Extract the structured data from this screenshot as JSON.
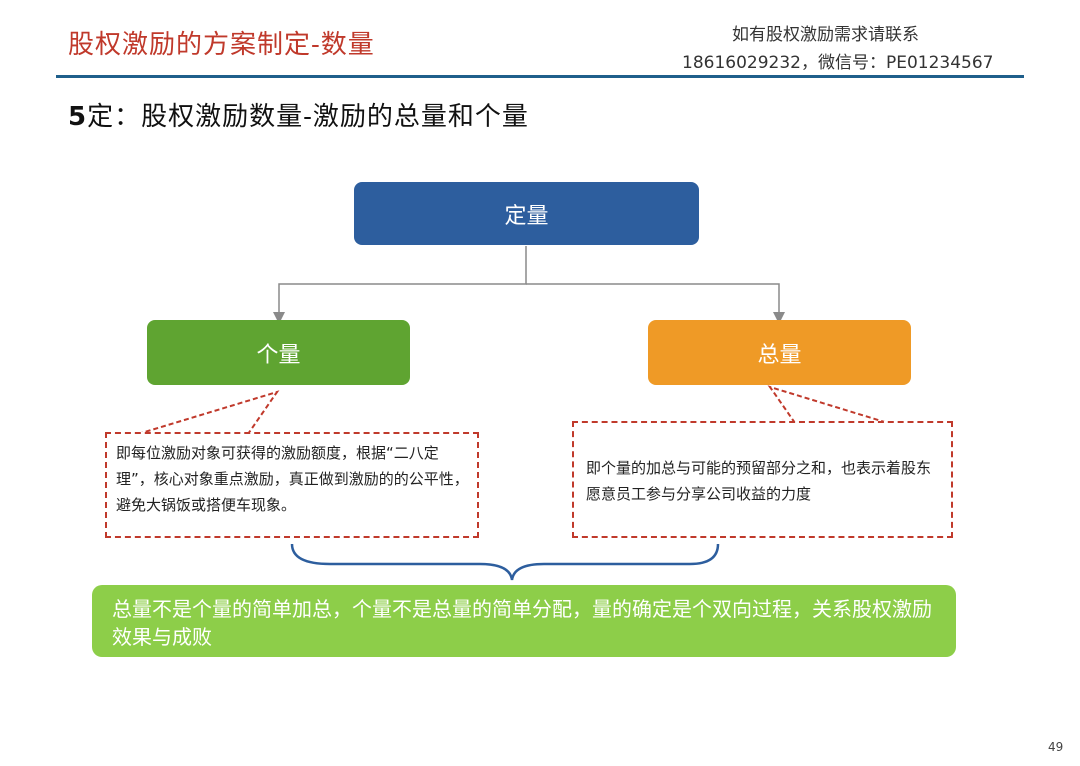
{
  "header": {
    "title": "股权激励的方案制定-数量",
    "contact_line1": "如有股权激励需求请联系",
    "contact_line2": "18616029232，微信号：PE01234567"
  },
  "subtitle": {
    "number": "5",
    "text": "定：股权激励数量-激励的总量和个量"
  },
  "diagram": {
    "root": "定量",
    "left": "个量",
    "right": "总量",
    "left_note": "即每位激励对象可获得的激励额度，根据“二八定理”，核心对象重点激励，真正做到激励的的公平性，避免大锅饭或搭便车现象。",
    "right_note": "即个量的加总与可能的预留部分之和，也表示着股东愿意员工参与分享公司收益的力度"
  },
  "summary": "总量不是个量的简单加总，个量不是总量的简单分配，量的确定是个双向过程，关系股权激励效果与成败",
  "page_number": "49",
  "colors": {
    "title_red": "#c0392b",
    "rule_blue": "#1f5f8b",
    "root_blue": "#2d5e9e",
    "left_green": "#5fa431",
    "right_orange": "#ef9a26",
    "summary_green": "#8dce49",
    "brace_blue": "#2d5e9e",
    "dashed_red": "#c0392b"
  }
}
